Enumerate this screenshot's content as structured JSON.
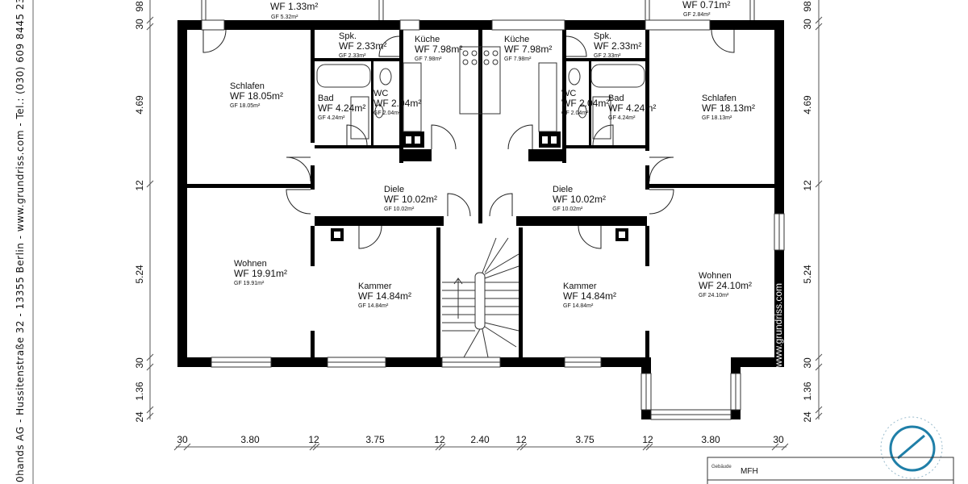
{
  "sidebar": {
    "contact": "0hands AG - Hussitenstraße 32 - 13355 Berlin  -  www.grundriss.com  -  Tel.: (030) 609 8445 23"
  },
  "balconies": [
    {
      "wf": "WF 1.33m²",
      "gf": "GF 5.32m²"
    },
    {
      "wf": "WF 0.71m²",
      "gf": "GF 2.84m²"
    }
  ],
  "rooms": [
    {
      "name": "Schlafen",
      "wf": "WF 18.05m²",
      "gf": "GF 18.05m²"
    },
    {
      "name": "Spk.",
      "wf": "WF 2.33m²",
      "gf": "GF 2.33m²"
    },
    {
      "name": "Bad",
      "wf": "WF 4.24m²",
      "gf": "GF 4.24m²"
    },
    {
      "name": "WC",
      "wf": "WF 2.04m²",
      "gf": "GF 2.04m²"
    },
    {
      "name": "Küche",
      "wf": "WF 7.98m²",
      "gf": "GF 7.98m²"
    },
    {
      "name": "Küche",
      "wf": "WF 7.98m²",
      "gf": "GF 7.98m²"
    },
    {
      "name": "WC",
      "wf": "WF 2.04m²",
      "gf": "GF 2.04m²"
    },
    {
      "name": "Spk.",
      "wf": "WF 2.33m²",
      "gf": "GF 2.33m²"
    },
    {
      "name": "Bad",
      "wf": "WF 4.24m²",
      "gf": "GF 4.24m²"
    },
    {
      "name": "Schlafen",
      "wf": "WF 18.13m²",
      "gf": "GF 18.13m²"
    },
    {
      "name": "Diele",
      "wf": "WF 10.02m²",
      "gf": "GF 10.02m²"
    },
    {
      "name": "Diele",
      "wf": "WF 10.02m²",
      "gf": "GF 10.02m²"
    },
    {
      "name": "Wohnen",
      "wf": "WF 19.91m²",
      "gf": "GF 19.91m²"
    },
    {
      "name": "Kammer",
      "wf": "WF 14.84m²",
      "gf": "GF 14.84m²"
    },
    {
      "name": "Kammer",
      "wf": "WF 14.84m²",
      "gf": "GF 14.84m²"
    },
    {
      "name": "Wohnen",
      "wf": "WF 24.10m²",
      "gf": "GF 24.10m²"
    }
  ],
  "dimensions": {
    "vertical": [
      "98",
      "30",
      "4.69",
      "12",
      "5.24",
      "30",
      "1.36",
      "24"
    ],
    "horizontal": [
      "30",
      "3.80",
      "12",
      "3.75",
      "12",
      "2.40",
      "12",
      "3.75",
      "12",
      "3.80",
      "30"
    ]
  },
  "watermark": "www.grundriss.com",
  "title_block": {
    "label": "Gebäude",
    "value": "MFH"
  },
  "colors": {
    "walls": "#000000",
    "stamp": "#1f7fa8"
  }
}
